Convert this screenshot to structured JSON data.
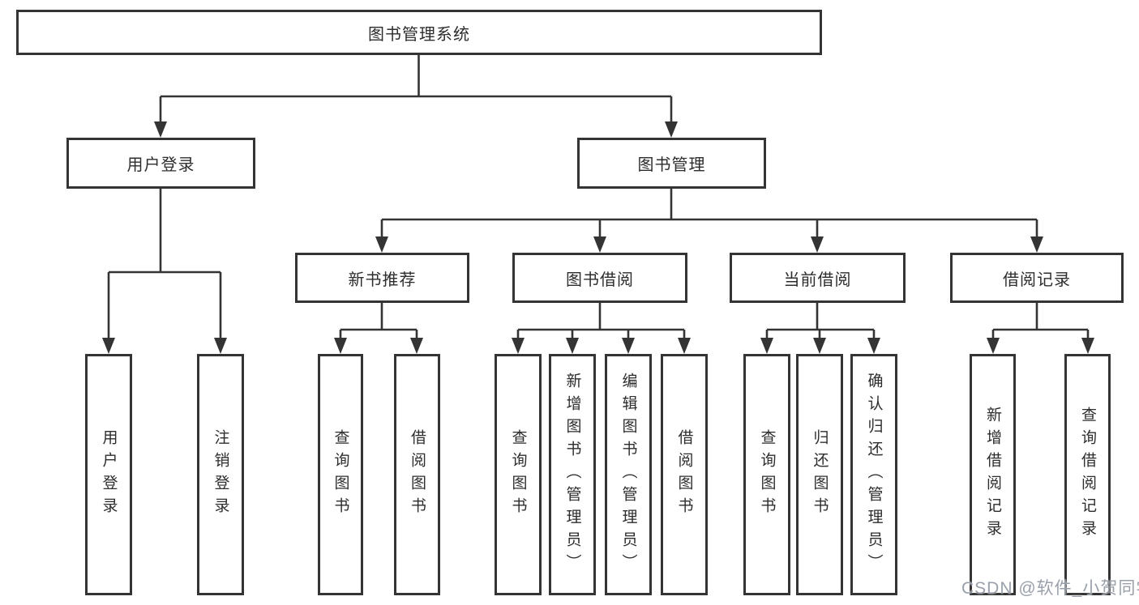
{
  "diagram": {
    "type": "tree",
    "root": {
      "label": "图书管理系统"
    },
    "branches": [
      {
        "label": "用户登录",
        "children": [
          {
            "label": "用户登录"
          },
          {
            "label": "注销登录"
          }
        ]
      },
      {
        "label": "图书管理",
        "children": [
          {
            "label": "新书推荐",
            "children": [
              {
                "label": "查询图书"
              },
              {
                "label": "借阅图书"
              }
            ]
          },
          {
            "label": "图书借阅",
            "children": [
              {
                "label": "查询图书"
              },
              {
                "label": "新增图书（管理员）"
              },
              {
                "label": "编辑图书（管理员）"
              },
              {
                "label": "借阅图书"
              }
            ]
          },
          {
            "label": "当前借阅",
            "children": [
              {
                "label": "查询图书"
              },
              {
                "label": "归还图书"
              },
              {
                "label": "确认归还（管理员）"
              }
            ]
          },
          {
            "label": "借阅记录",
            "children": [
              {
                "label": "新增借阅记录"
              },
              {
                "label": "查询借阅记录"
              }
            ]
          }
        ]
      }
    ]
  },
  "watermark": {
    "text": "CSDN @软件_小贺同学"
  },
  "colors": {
    "line": "#343434",
    "node_border": "#343434",
    "text": "#2d2d2d",
    "watermark": "#949ba6",
    "background": "#ffffff"
  }
}
